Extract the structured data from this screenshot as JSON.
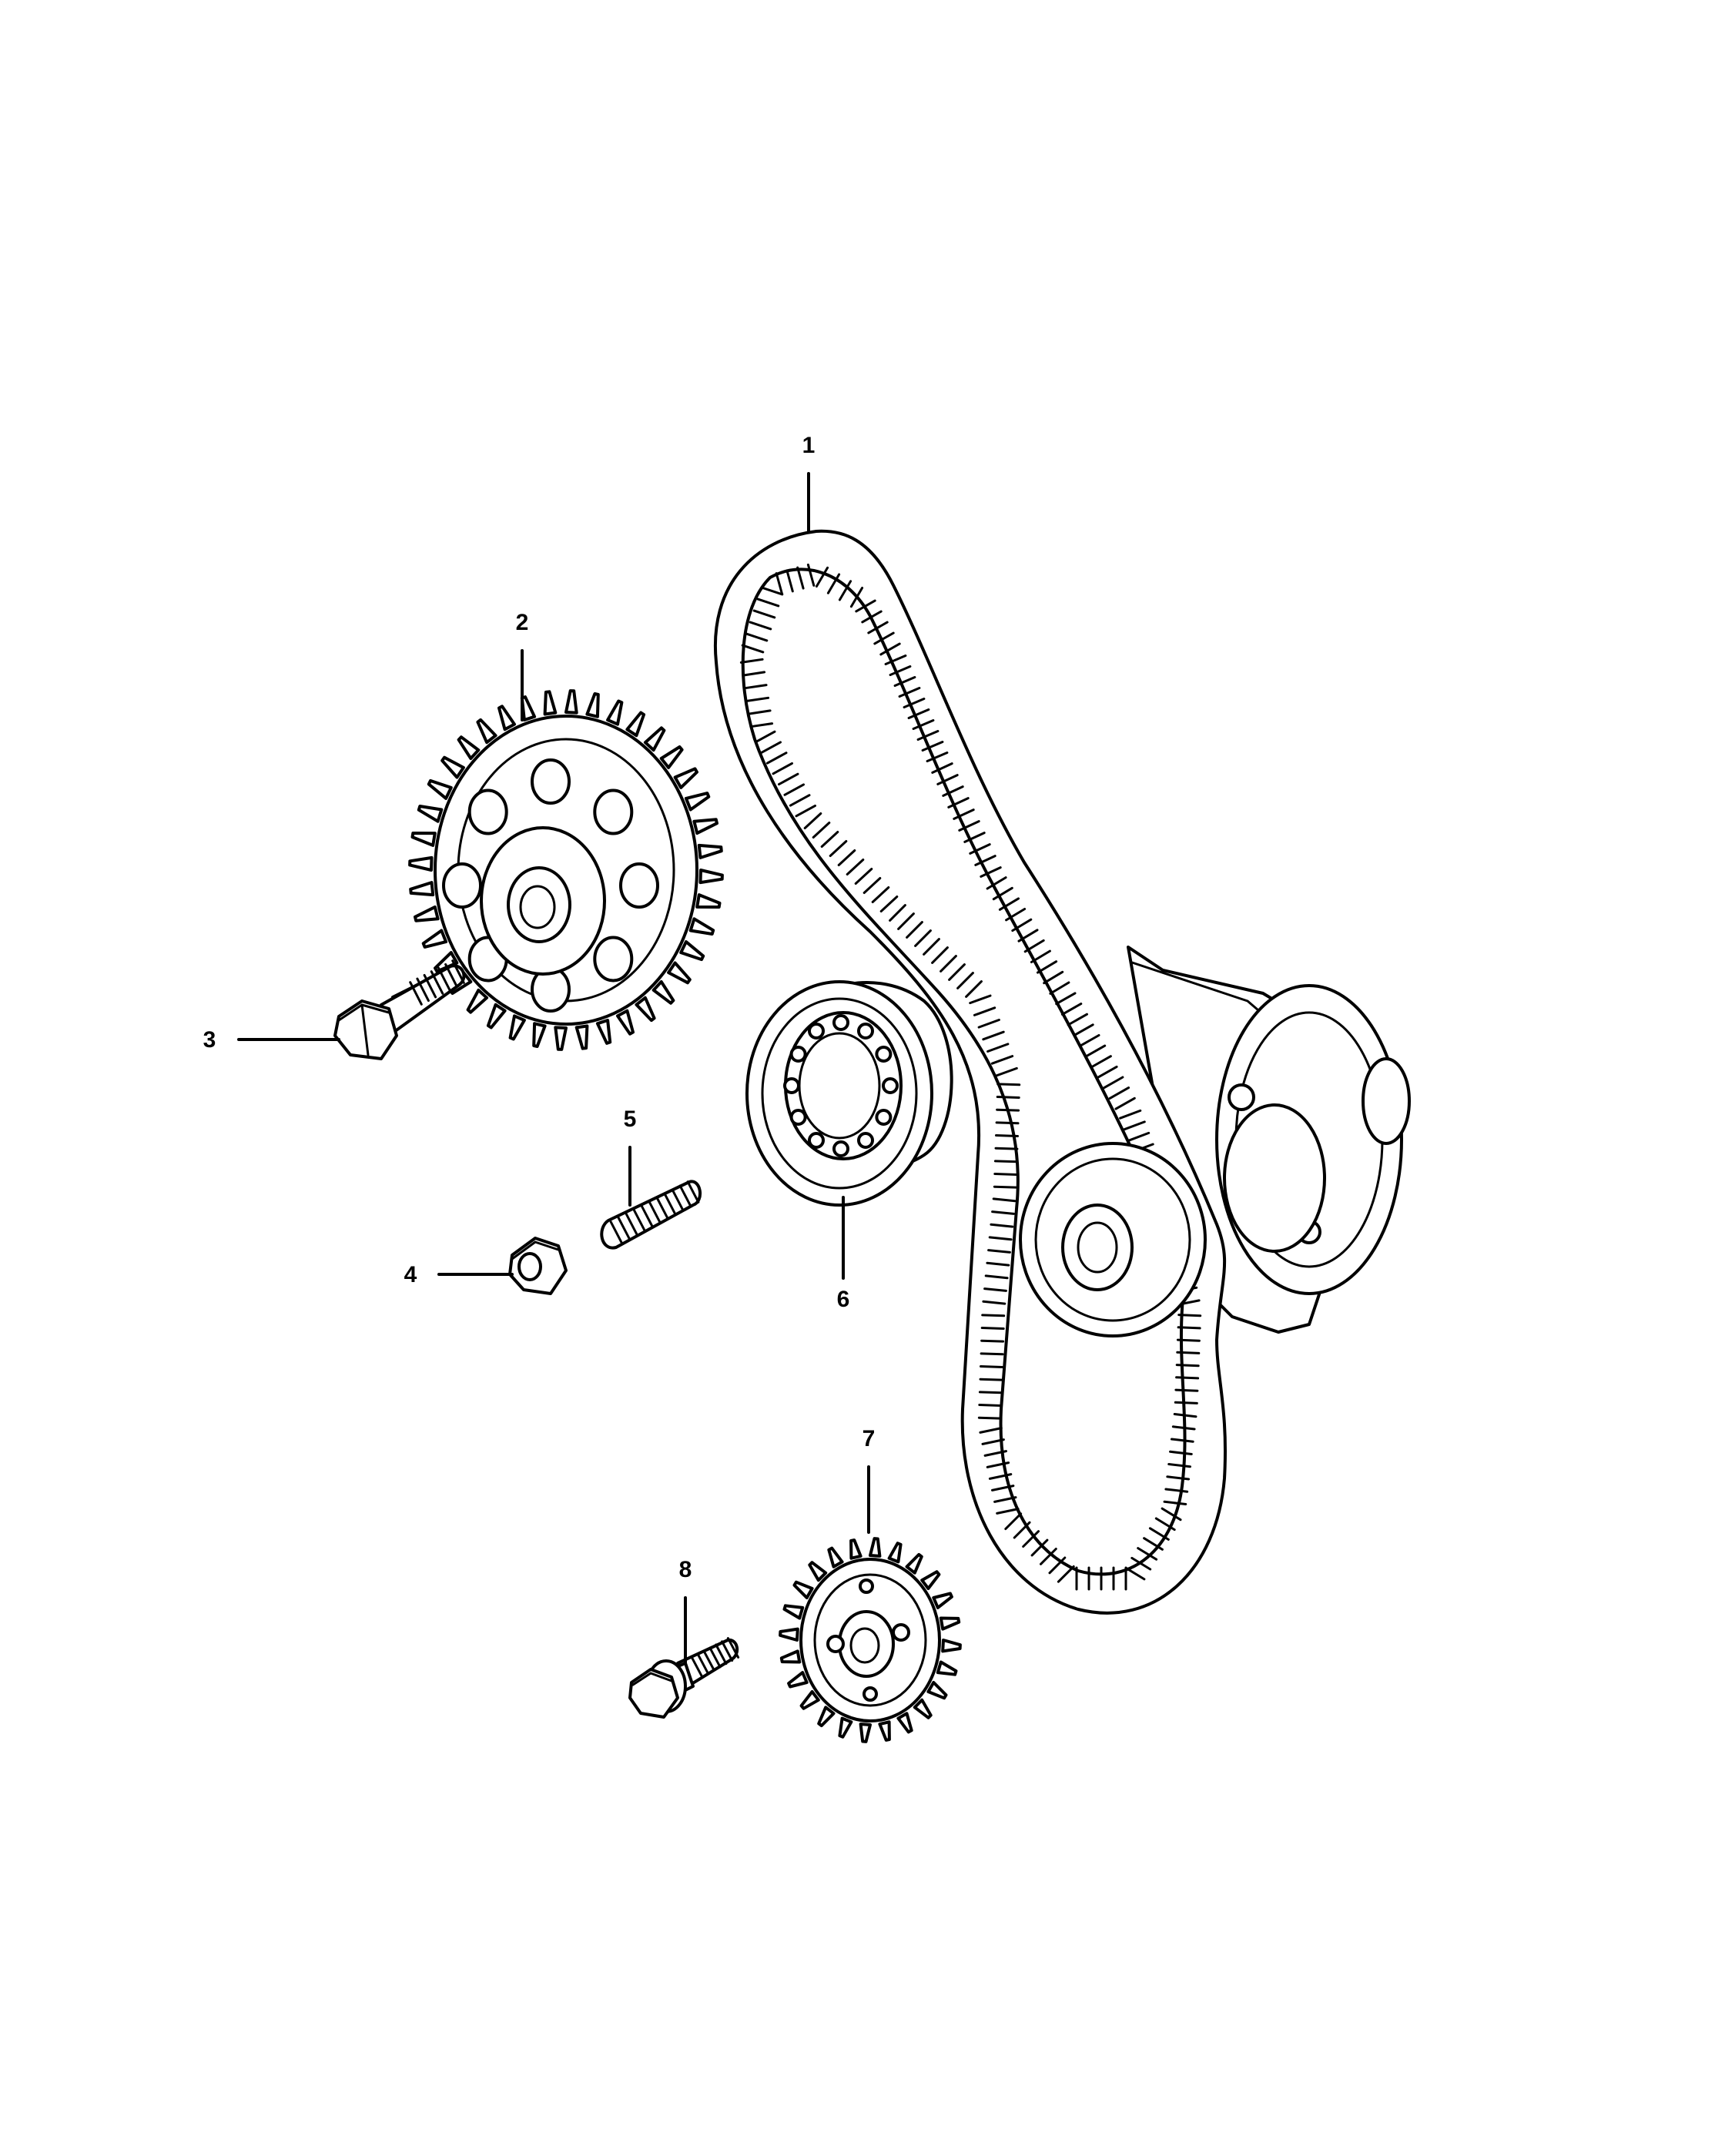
{
  "diagram": {
    "callouts": [
      {
        "id": "1",
        "label": "1"
      },
      {
        "id": "2",
        "label": "2"
      },
      {
        "id": "3",
        "label": "3"
      },
      {
        "id": "4",
        "label": "4"
      },
      {
        "id": "5",
        "label": "5"
      },
      {
        "id": "6",
        "label": "6"
      },
      {
        "id": "7",
        "label": "7"
      },
      {
        "id": "8",
        "label": "8"
      }
    ],
    "parts": [
      {
        "callout": "1",
        "icon": "timing-belt-icon"
      },
      {
        "callout": "2",
        "icon": "large-sprocket-icon"
      },
      {
        "callout": "3",
        "icon": "hex-bolt-icon"
      },
      {
        "callout": "4",
        "icon": "hex-nut-icon"
      },
      {
        "callout": "5",
        "icon": "stud-icon"
      },
      {
        "callout": "6",
        "icon": "idler-pulley-icon"
      },
      {
        "callout": "7",
        "icon": "small-sprocket-icon"
      },
      {
        "callout": "8",
        "icon": "flange-bolt-icon"
      }
    ]
  }
}
